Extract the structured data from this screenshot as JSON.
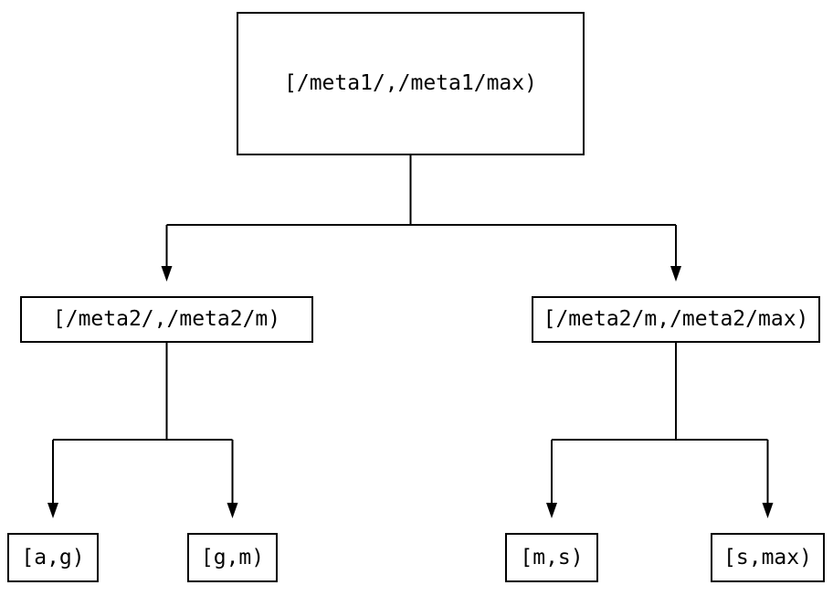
{
  "nodes": {
    "root": {
      "label": "[/meta1/,/meta1/max)"
    },
    "meta2_low": {
      "label": "[/meta2/,/meta2/m)"
    },
    "meta2_high": {
      "label": "[/meta2/m,/meta2/max)"
    },
    "leaf_a_g": {
      "label": "[a,g)"
    },
    "leaf_g_m": {
      "label": "[g,m)"
    },
    "leaf_m_s": {
      "label": "[m,s)"
    },
    "leaf_s_max": {
      "label": "[s,max)"
    }
  },
  "edges": [
    {
      "from": "root",
      "to": "meta2_low"
    },
    {
      "from": "root",
      "to": "meta2_high"
    },
    {
      "from": "meta2_low",
      "to": "leaf_a_g"
    },
    {
      "from": "meta2_low",
      "to": "leaf_g_m"
    },
    {
      "from": "meta2_high",
      "to": "leaf_m_s"
    },
    {
      "from": "meta2_high",
      "to": "leaf_s_max"
    }
  ],
  "colors": {
    "line": "#000000",
    "box_border": "#000000",
    "text": "#000000",
    "background": "#ffffff"
  }
}
